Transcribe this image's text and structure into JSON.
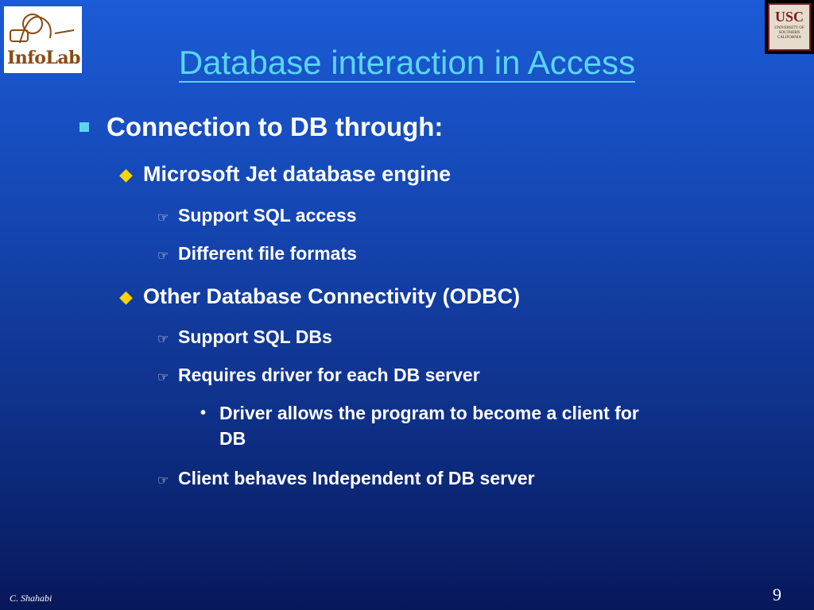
{
  "slide": {
    "title": "Database interaction in Access",
    "logos": {
      "left_text": "InfoLab",
      "right_main": "USC",
      "right_sub": "UNIVERSITY OF SOUTHERN CALIFORNIA"
    },
    "bullets": [
      {
        "level": 1,
        "marker": "square",
        "text": "Connection to DB through:"
      },
      {
        "level": 2,
        "marker": "diamond",
        "text": "Microsoft Jet database engine"
      },
      {
        "level": 3,
        "marker": "hand",
        "text": "Support SQL access"
      },
      {
        "level": 3,
        "marker": "hand",
        "text": "Different file formats"
      },
      {
        "level": 2,
        "marker": "diamond",
        "text": "Other Database Connectivity (ODBC)"
      },
      {
        "level": 3,
        "marker": "hand",
        "text": "Support SQL DBs"
      },
      {
        "level": 3,
        "marker": "hand",
        "text": "Requires driver for each DB server"
      },
      {
        "level": 4,
        "marker": "dot",
        "text_line1": "Driver allows the program to become a client for",
        "text_line2": "DB"
      },
      {
        "level": 3,
        "marker": "hand",
        "text": "Client behaves Independent of DB server"
      }
    ],
    "footer": {
      "author": "C. Shahabi",
      "page_number": "9"
    },
    "colors": {
      "background_top": "#1b5bd6",
      "background_bottom": "#07185a",
      "title": "#5ad6f2",
      "diamond_bullet": "#ffd400",
      "square_bullet": "#5ad6f2",
      "text": "#ffffff"
    },
    "icons": {
      "level1": "square-bullet-icon",
      "level2": "diamond-bullet-icon",
      "level3": "pointing-hand-icon",
      "level4": "dot-bullet-icon"
    }
  }
}
